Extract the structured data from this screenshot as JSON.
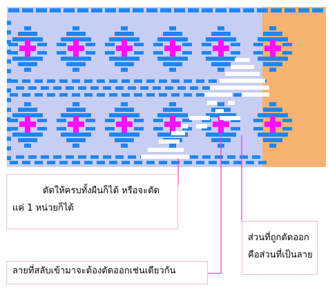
{
  "colors": {
    "background": "#ffffff",
    "pattern_ground": "#c8cdf4",
    "pattern_blue": "#1f86f0",
    "pattern_magenta": "#ff10ff",
    "cut_area": "#f6b270",
    "cut_white": "#ffffff",
    "pointer_line": "#ff33cc",
    "note_border": "#f0b8d8"
  },
  "notes": {
    "cut_all": {
      "line1": "ตัดให้ครบทั้งผืนก็ได้  หรือจะตัด",
      "line2": "แค่ 1 หน่วยก็ได้"
    },
    "cut_part": {
      "line1": "ส่วนที่ถูกตัดออก",
      "line2": "คือส่วนที่เป็นลาย"
    },
    "overlap": {
      "line1": "ลายที่สลับเข้ามาจะต้องตัดออกเช่นเดียวกัน"
    }
  }
}
